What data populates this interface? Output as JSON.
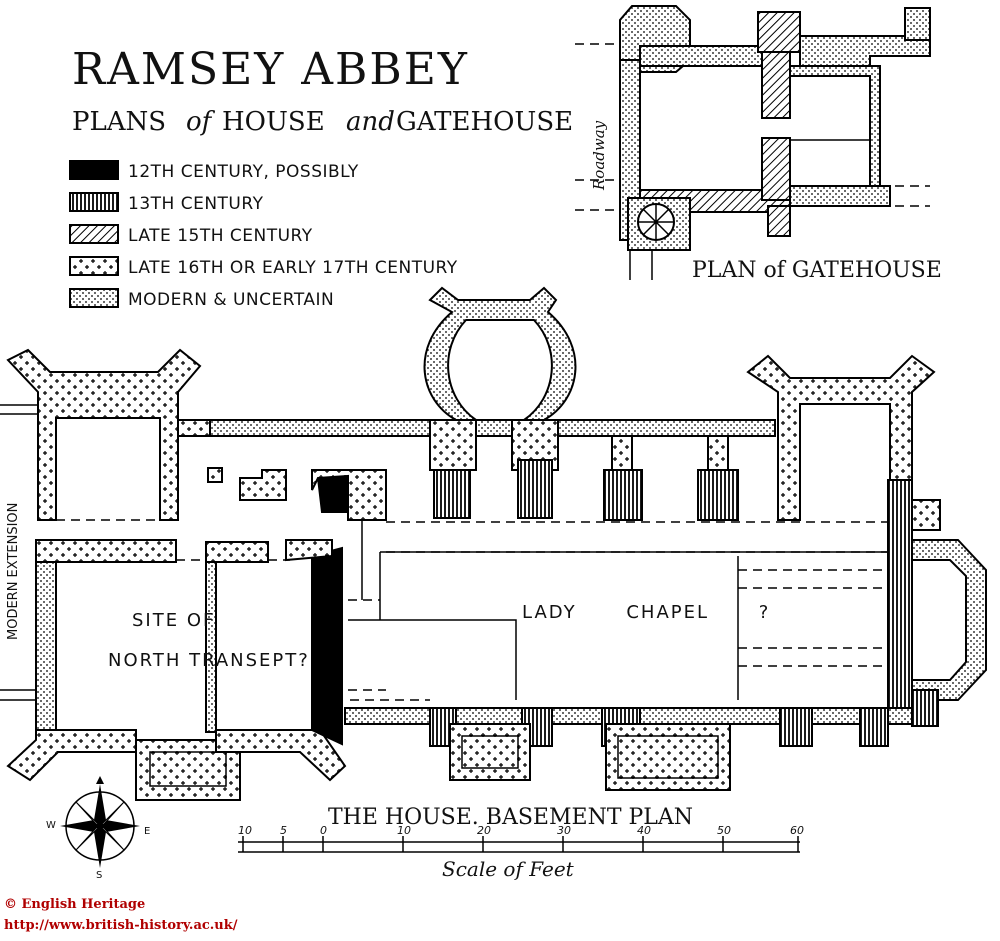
{
  "title": "RAMSEY ABBEY",
  "subtitle": {
    "part1": "PLANS",
    "of": "of",
    "part2": "HOUSE",
    "and": "and",
    "part3": "GATEHOUSE"
  },
  "legend": [
    {
      "label": "12TH CENTURY, POSSIBLY",
      "pattern": "solid-black"
    },
    {
      "label": "13TH CENTURY",
      "pattern": "vertical-hatch"
    },
    {
      "label": "LATE 15TH CENTURY",
      "pattern": "diagonal-hatch"
    },
    {
      "label": "LATE 16TH OR EARLY 17TH CENTURY",
      "pattern": "crosses"
    },
    {
      "label": "MODERN & UNCERTAIN",
      "pattern": "dots"
    }
  ],
  "gatehouse": {
    "roadway_label": "Roadway",
    "caption": "PLAN of GATEHOUSE"
  },
  "house": {
    "modern_extension_label": "MODERN EXTENSION",
    "site_label_line1": "SITE OF",
    "site_label_line2": "NORTH TRANSEPT?",
    "lady_chapel_label": "LADY CHAPEL ?",
    "caption": "THE HOUSE. BASEMENT PLAN"
  },
  "scale": {
    "ticks": [
      "10",
      "5",
      "0",
      "10",
      "20",
      "30",
      "40",
      "50",
      "60"
    ],
    "title": "Scale of Feet"
  },
  "compass": {
    "west": "W",
    "east": "E",
    "south": "S"
  },
  "credits": {
    "line1": "© English Heritage",
    "line2": "http://www.british-history.ac.uk/"
  },
  "colors": {
    "ink": "#000000",
    "paper": "#ffffff",
    "credit": "#b00000"
  }
}
